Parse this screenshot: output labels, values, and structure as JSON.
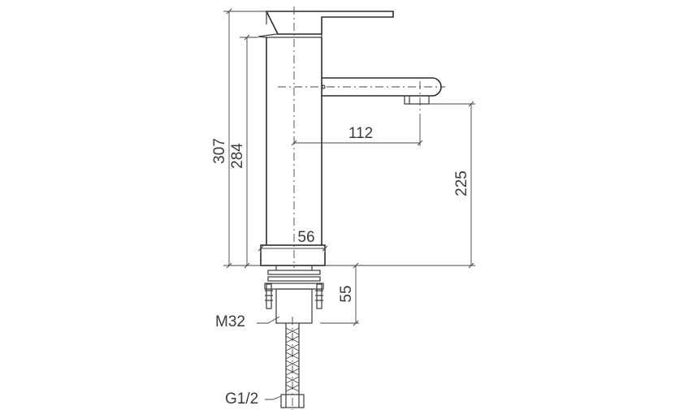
{
  "dimensions": {
    "overall_height": "307",
    "body_height": "284",
    "spout_reach": "112",
    "spout_clearance": "225",
    "body_width": "56",
    "shank_length": "55"
  },
  "threads": {
    "shank_thread": "M32",
    "hose_thread": "G1/2"
  },
  "colors": {
    "line": "#3a3a3a",
    "background": "#ffffff"
  }
}
